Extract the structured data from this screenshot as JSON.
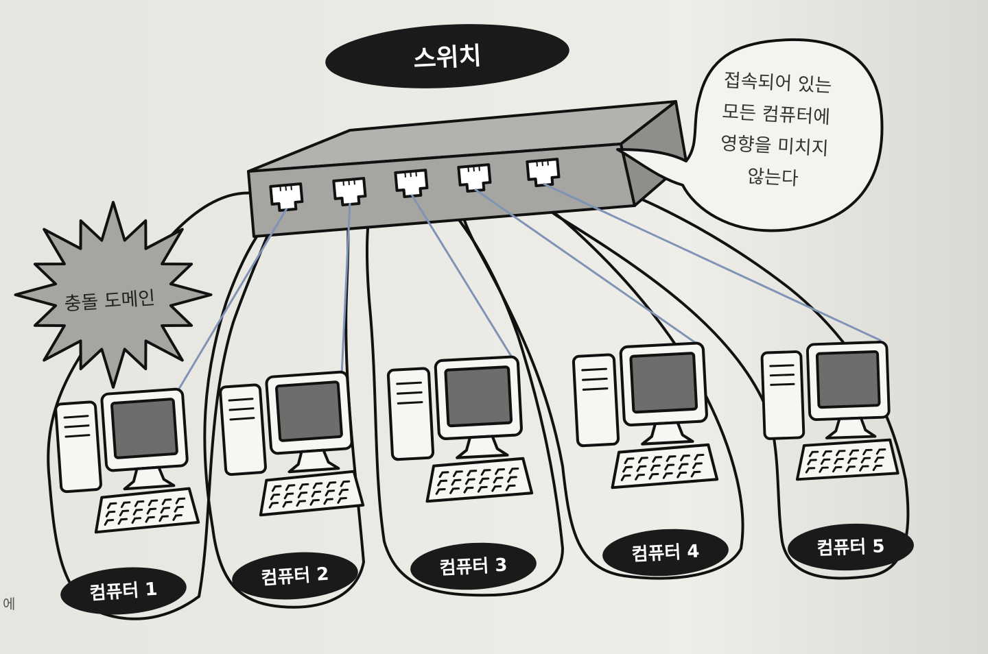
{
  "title": "스위치",
  "bubble": {
    "lines": [
      "접속되어 있는",
      "모든 컴퓨터에",
      "영향을 미치지",
      "않는다"
    ]
  },
  "burst": {
    "label": "충돌 도메인"
  },
  "computers": [
    {
      "label": "컴퓨터 1"
    },
    {
      "label": "컴퓨터 2"
    },
    {
      "label": "컴퓨터 3"
    },
    {
      "label": "컴퓨터 4"
    },
    {
      "label": "컴퓨터 5"
    }
  ],
  "margin_text": "에",
  "colors": {
    "paper": "#ecebe6",
    "switch_body": "#a6a5a2",
    "screen": "#6e6d6b",
    "cable": "#7f93b5",
    "dark_label": "#1a1a1a",
    "outline": "#111111"
  }
}
